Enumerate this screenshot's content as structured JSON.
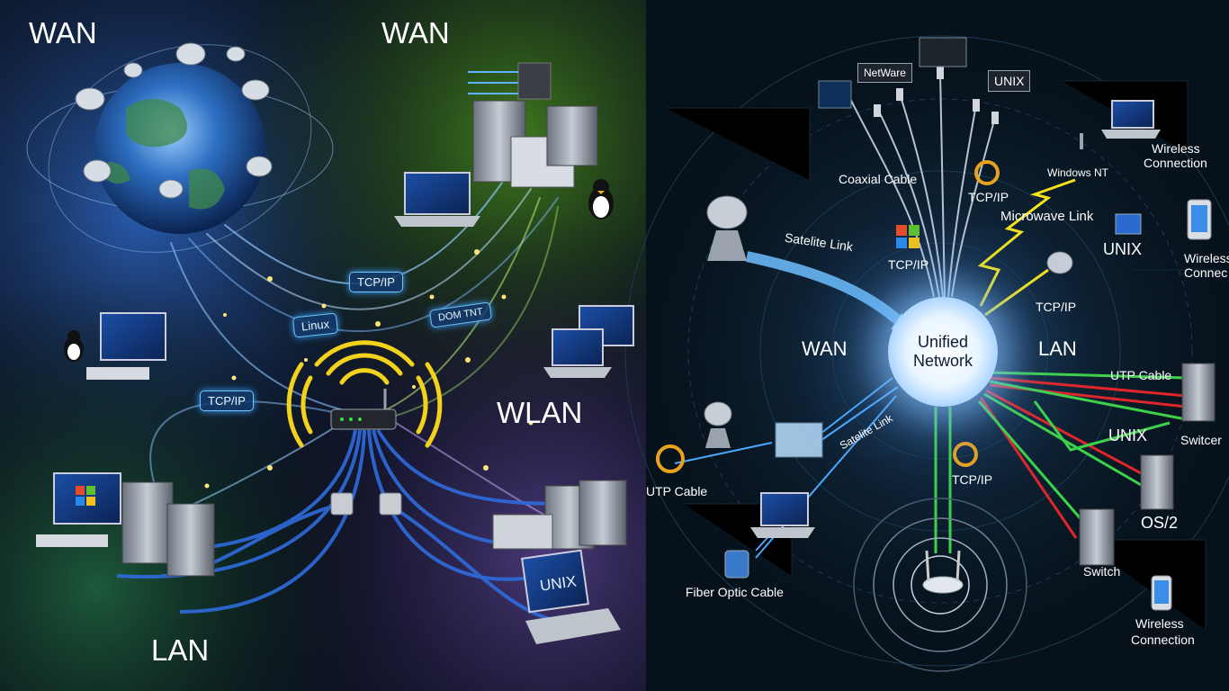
{
  "left_panel": {
    "wan_left": "WAN",
    "wan_right": "WAN",
    "wlan": "WLAN",
    "lan": "LAN",
    "tag_tcpip_top": "TCP/IP",
    "tag_linux": "Linux",
    "tag_tcpip_left": "TCP/IP",
    "tag_small_right": "DOM TNT",
    "monitor_label": "UNIX"
  },
  "right_panel": {
    "hub_line1": "Unified",
    "hub_line2": "Network",
    "wan": "WAN",
    "lan": "LAN",
    "netware": "NetWare",
    "unix_top": "UNIX",
    "coaxial_cable": "Coaxial Cable",
    "tcpip_top": "TCP/IP",
    "windows_nt": "Windows NT",
    "microwave_link": "Microwave Link",
    "wireless_connection_top_line1": "Wireless",
    "wireless_connection_top_line2": "Connection",
    "satellite_link_top": "Satelite Link",
    "tcpip_windows": "TCP/IP",
    "unix_mid": "UNIX",
    "wireless_connec_line1": "Wireless",
    "wireless_connec_line2": "Connec",
    "tcpip_dish": "TCP/IP",
    "utp_cable_right": "UTP Cable",
    "unix_lower": "UNIX",
    "switcer": "Switcer",
    "satellite_link_lower": "Satelite Link",
    "utp_cable_left": "UTP Cable",
    "tcpip_bottom": "TCP/IP",
    "os2": "OS/2",
    "switch": "Switch",
    "fiber_optic_cable": "Fiber Optic Cable",
    "wireless_connection_bottom_line1": "Wireless",
    "wireless_connection_bottom_line2": "Connection"
  },
  "colors": {
    "left_bg_green": "#2f5a1c",
    "left_bg_purple": "#3a2e5a",
    "right_bg": "#06111a",
    "cable_blue": "#2e6bdc",
    "link_yellow": "#f2e21b",
    "link_red": "#e0262a",
    "link_green": "#3ed24a",
    "link_blue": "#4aa8ff"
  }
}
